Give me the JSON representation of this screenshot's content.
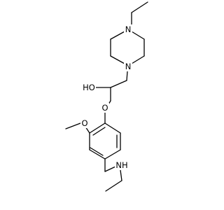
{
  "structure": {
    "atom_labels": {
      "piperazine_top_n": "N",
      "piperazine_bottom_n": "N",
      "hydroxyl": "HO",
      "ether_o": "O",
      "methoxy_o": "O",
      "amine": "NH"
    }
  }
}
